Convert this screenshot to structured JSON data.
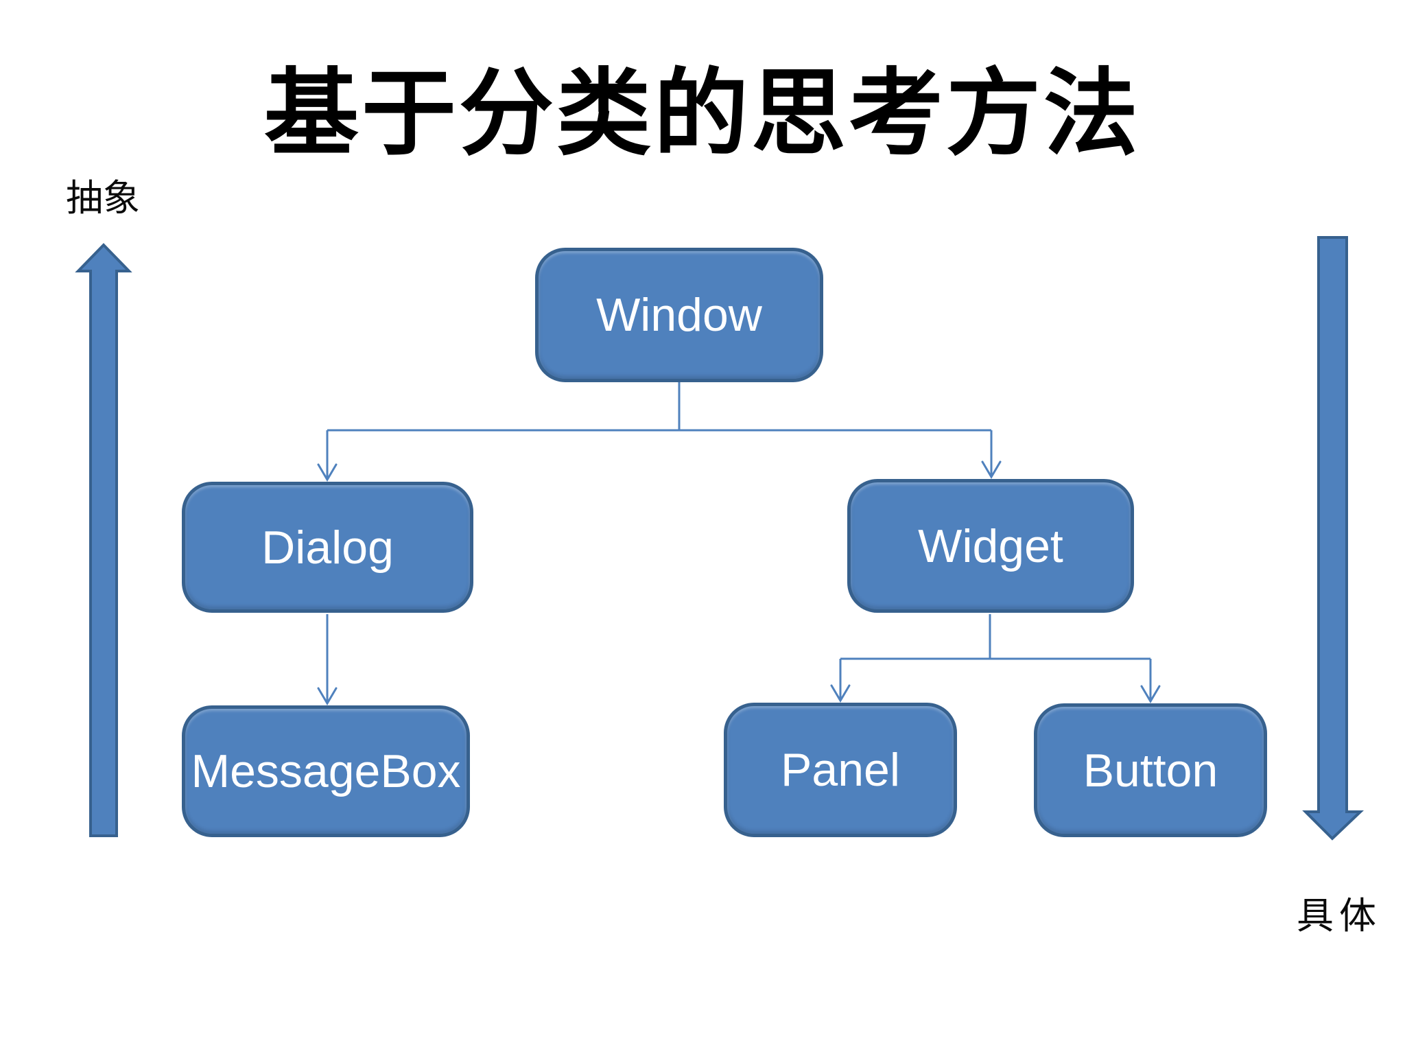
{
  "slide": {
    "title": "基于分类的思考方法",
    "left_axis_label": "抽象",
    "right_axis_label": "具体"
  },
  "tree": {
    "nodes": [
      {
        "id": "window",
        "label": "Window"
      },
      {
        "id": "dialog",
        "label": "Dialog"
      },
      {
        "id": "widget",
        "label": "Widget"
      },
      {
        "id": "messagebox",
        "label": "MessageBox"
      },
      {
        "id": "panel",
        "label": "Panel"
      },
      {
        "id": "button",
        "label": "Button"
      }
    ],
    "edges": [
      {
        "from": "window",
        "to": "dialog"
      },
      {
        "from": "window",
        "to": "widget"
      },
      {
        "from": "dialog",
        "to": "messagebox"
      },
      {
        "from": "widget",
        "to": "panel"
      },
      {
        "from": "widget",
        "to": "button"
      }
    ]
  },
  "colors": {
    "background": "#ffffff",
    "title_text": "#000000",
    "box_fill": "#4f81bd",
    "box_border": "#37618e",
    "box_text": "#ffffff",
    "connector": "#4f81bd",
    "side_arrow_fill": "#4f81bd",
    "side_arrow_border": "#37618e"
  }
}
